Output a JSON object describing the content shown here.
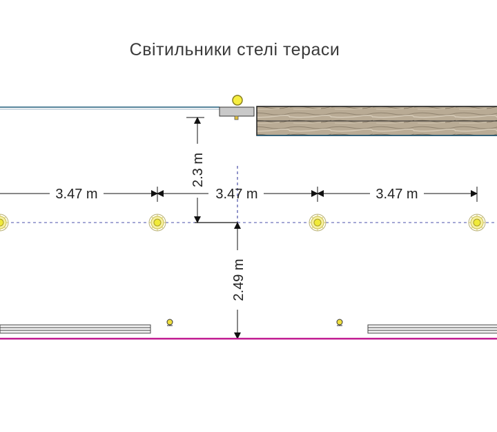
{
  "title": "Світильники стелі тераси",
  "dimensions": {
    "spacing_1": "3.47 m",
    "spacing_2": "3.47 m",
    "spacing_3": "3.47 m",
    "height_top": "2.3 m",
    "height_bottom": "2.49 m"
  },
  "colors": {
    "beam_line": "#1f5b7a",
    "floor_line": "#c01890",
    "axis_dashed": "#4a4fa8",
    "light_fixture": "#f0ea3a",
    "wood": "#b9ab95"
  },
  "fixtures": [
    "ceiling-light-1",
    "ceiling-light-2",
    "ceiling-light-3",
    "ceiling-light-4"
  ]
}
